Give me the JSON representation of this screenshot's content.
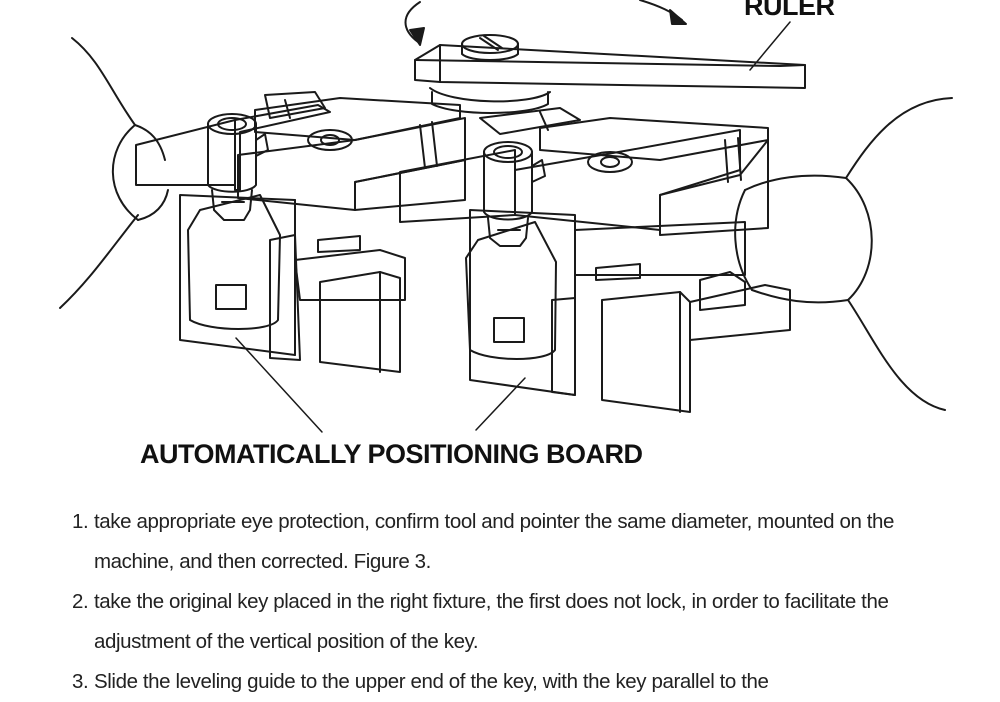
{
  "labels": {
    "ruler": "RULER",
    "board": "AUTOMATICALLY POSITIONING BOARD"
  },
  "steps": [
    {
      "num": "1.",
      "text": "take appropriate eye protection, confirm tool and pointer the same diameter, mounted on the machine, and then corrected. Figure 3."
    },
    {
      "num": "2.",
      "text": "take the original key placed in the right fixture, the first does not lock, in order to facilitate the adjustment of the vertical position of the key."
    },
    {
      "num": "3.",
      "text": "Slide the leveling guide to the upper end of the key, with the key parallel to the"
    }
  ],
  "colors": {
    "line": "#1a1a1a",
    "background": "#ffffff",
    "text": "#222222"
  }
}
